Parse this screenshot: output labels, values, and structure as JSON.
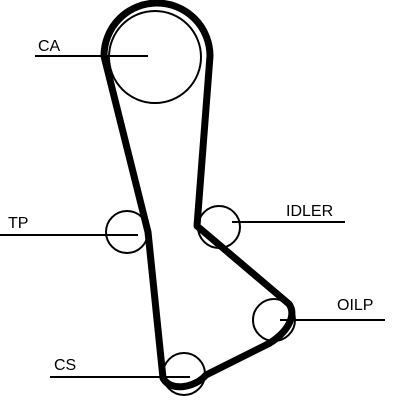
{
  "diagram": {
    "labels": {
      "camshaft": "CA",
      "tensioner": "TP",
      "idler": "IDLER",
      "oil_pump": "OILP",
      "crankshaft": "CS"
    },
    "colors": {
      "belt": "#000000",
      "pulley": "#000000",
      "leader": "#000000",
      "background": "#ffffff"
    }
  }
}
